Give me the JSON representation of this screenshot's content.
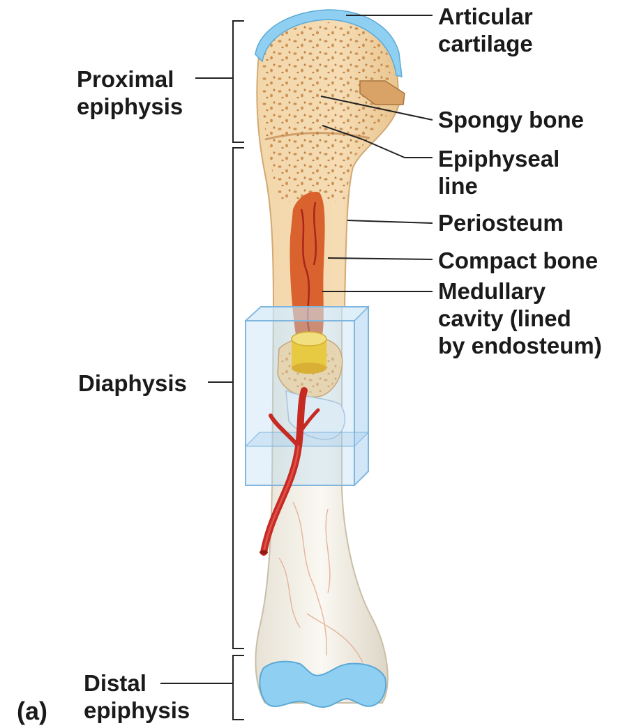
{
  "figure_letter": "(a)",
  "labels": {
    "articular_cartilage": [
      "Articular",
      "cartilage"
    ],
    "spongy_bone": "Spongy bone",
    "epiphyseal_line": [
      "Epiphyseal",
      "line"
    ],
    "periosteum": "Periosteum",
    "compact_bone": "Compact bone",
    "medullary_cavity": [
      "Medullary",
      "cavity (lined",
      "by endosteum)"
    ],
    "proximal_epiphysis": [
      "Proximal",
      "epiphysis"
    ],
    "diaphysis": "Diaphysis",
    "distal_epiphysis": [
      "Distal",
      "epiphysis"
    ]
  },
  "colors": {
    "bone": "#f1d3a4",
    "bone_shaft": "#f4f0e6",
    "cartilage": "#8fd0f2",
    "spongy_pores": "#c98a4a",
    "marrow": "#d9622e",
    "artery": "#c62a22",
    "cube": "#b7dcf5",
    "yellow_marrow": "#f3c51c",
    "leader_line": "#222222"
  }
}
